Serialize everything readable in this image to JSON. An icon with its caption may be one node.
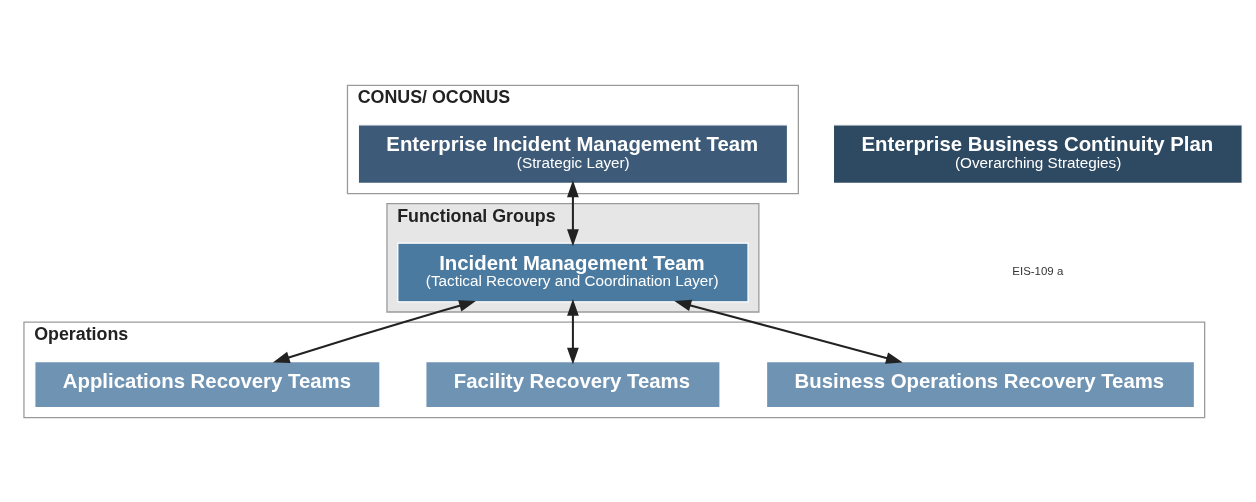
{
  "diagram": {
    "nodes": [
      {
        "text": [
          "CONUS/ OCONUS"
        ]
      },
      {
        "text": [
          "Enterprise Incident Management Team",
          "(Strategic Layer)"
        ],
        "in": 0
      },
      {
        "text": [
          "Functional Groups"
        ]
      },
      {
        "text": [
          "Incident Management Team",
          "(Tactical Recovery and Coordination Layer)"
        ],
        "in": 2
      },
      {
        "text": [
          "Operations"
        ]
      },
      {
        "text": [
          "Business Operations Recovery Teams"
        ],
        "in": 4
      },
      {
        "text": [
          "Facility Recovery Teams"
        ],
        "in": 4
      },
      {
        "text": [
          "Applications Recovery Teams"
        ],
        "in": 4
      },
      {
        "text": [
          "Enterprise Business Continuity Plan",
          "(Overarching Strategies)"
        ]
      }
    ],
    "edges": [
      {
        "from": 1,
        "to": 3,
        "arrow": "both"
      },
      {
        "from": 3,
        "to": 5,
        "arrow": "both"
      },
      {
        "from": 3,
        "to": 6,
        "arrow": "both"
      },
      {
        "from": 3,
        "to": 7,
        "arrow": "both"
      }
    ],
    "labels": [
      "EIS-109 a"
    ]
  }
}
